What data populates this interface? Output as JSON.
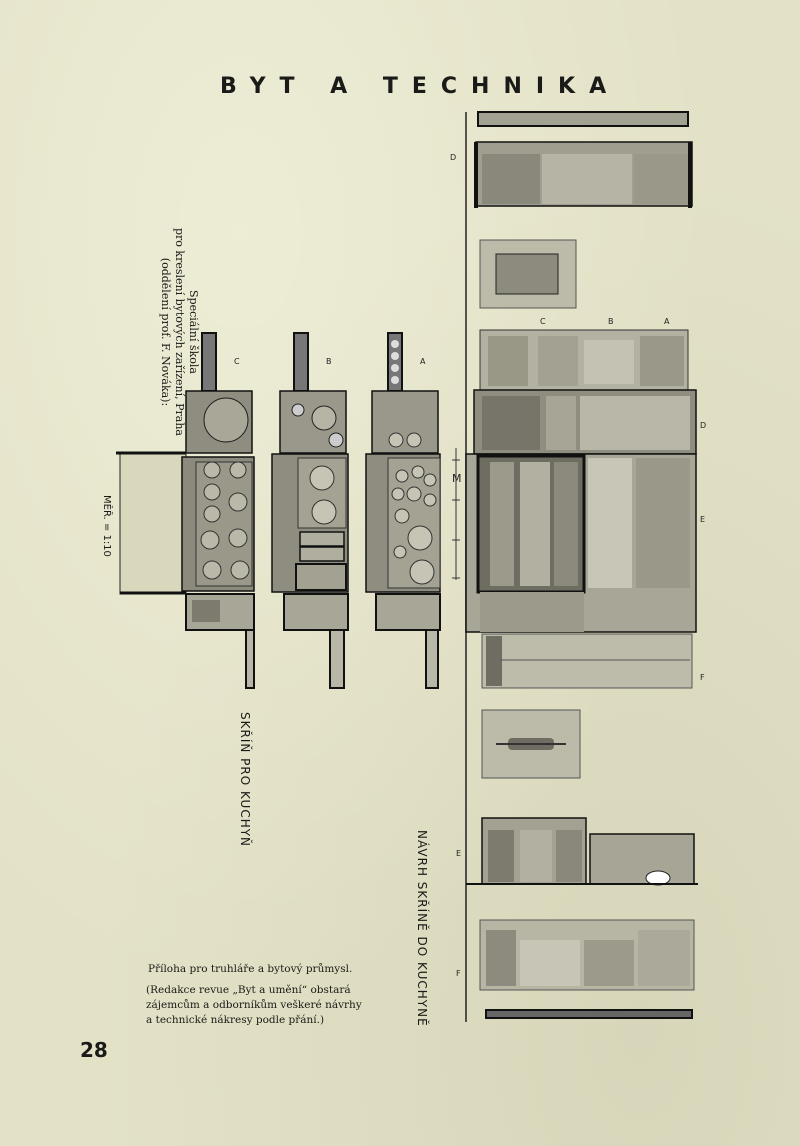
{
  "header": {
    "title": "BYT A TECHNIKA"
  },
  "school_note": {
    "line1": "Speciální škola",
    "line2": "pro kreslení bytových zařízení, Praha",
    "line3": "(oddělení prof. F. Nováka):"
  },
  "labels": {
    "skrin": "SKŘÍŇ PRO KUCHYŇ",
    "navrh": "NÁVRH SKŘÍNĚ DO KUCHYNĚ",
    "scale": "MĚŘ. = 1:10"
  },
  "section_marks": {
    "a": "A",
    "b": "B",
    "c": "C",
    "d": "D",
    "e": "E",
    "f": "F",
    "m": "M"
  },
  "caption": {
    "line1": "Příloha pro truhláře a bytový průmysl.",
    "line2": "(Redakce revue „Byt a umění“ obstará zájemcům a odborníkům veškeré návrhy a technické nákresy podle přání.)"
  },
  "page_number": "28"
}
